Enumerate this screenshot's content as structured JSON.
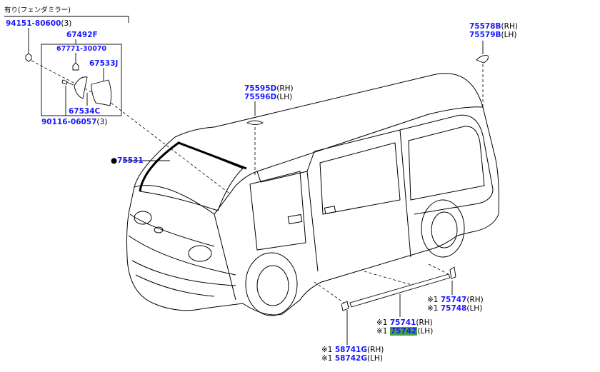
{
  "header_note": "有り(フェンダミラー)",
  "labels": {
    "p94151": {
      "part": "94151-80600",
      "suffix": "(3)"
    },
    "p67492F": {
      "part": "67492F"
    },
    "p67771": {
      "part": "67771-30070"
    },
    "p67533J": {
      "part": "67533J"
    },
    "p67534C": {
      "part": "67534C"
    },
    "p90116": {
      "part": "90116-06057",
      "suffix": "(3)"
    },
    "p75578B": {
      "part": "75578B",
      "suffix": "(RH)"
    },
    "p75579B": {
      "part": "75579B",
      "suffix": "(LH)"
    },
    "p75595D": {
      "part": "75595D",
      "suffix": "(RH)"
    },
    "p75596D": {
      "part": "75596D",
      "suffix": "(LH)"
    },
    "p75531": {
      "bullet": "●",
      "part": "75531"
    },
    "p75747": {
      "mark": "※1",
      "part": "75747",
      "suffix": "(RH)"
    },
    "p75748": {
      "mark": "※1",
      "part": "75748",
      "suffix": "(LH)"
    },
    "p75741": {
      "mark": "※1",
      "part": "75741",
      "suffix": "(RH)"
    },
    "p75742": {
      "mark": "※1",
      "part": "75742",
      "suffix": "(LH)"
    },
    "p58741G": {
      "mark": "※1",
      "part": "58741G",
      "suffix": "(RH)"
    },
    "p58742G": {
      "mark": "※1",
      "part": "58742G",
      "suffix": "(LH)"
    }
  },
  "colors": {
    "part_link": "#1a1aff",
    "highlight": "#46a046",
    "line": "#000000"
  }
}
